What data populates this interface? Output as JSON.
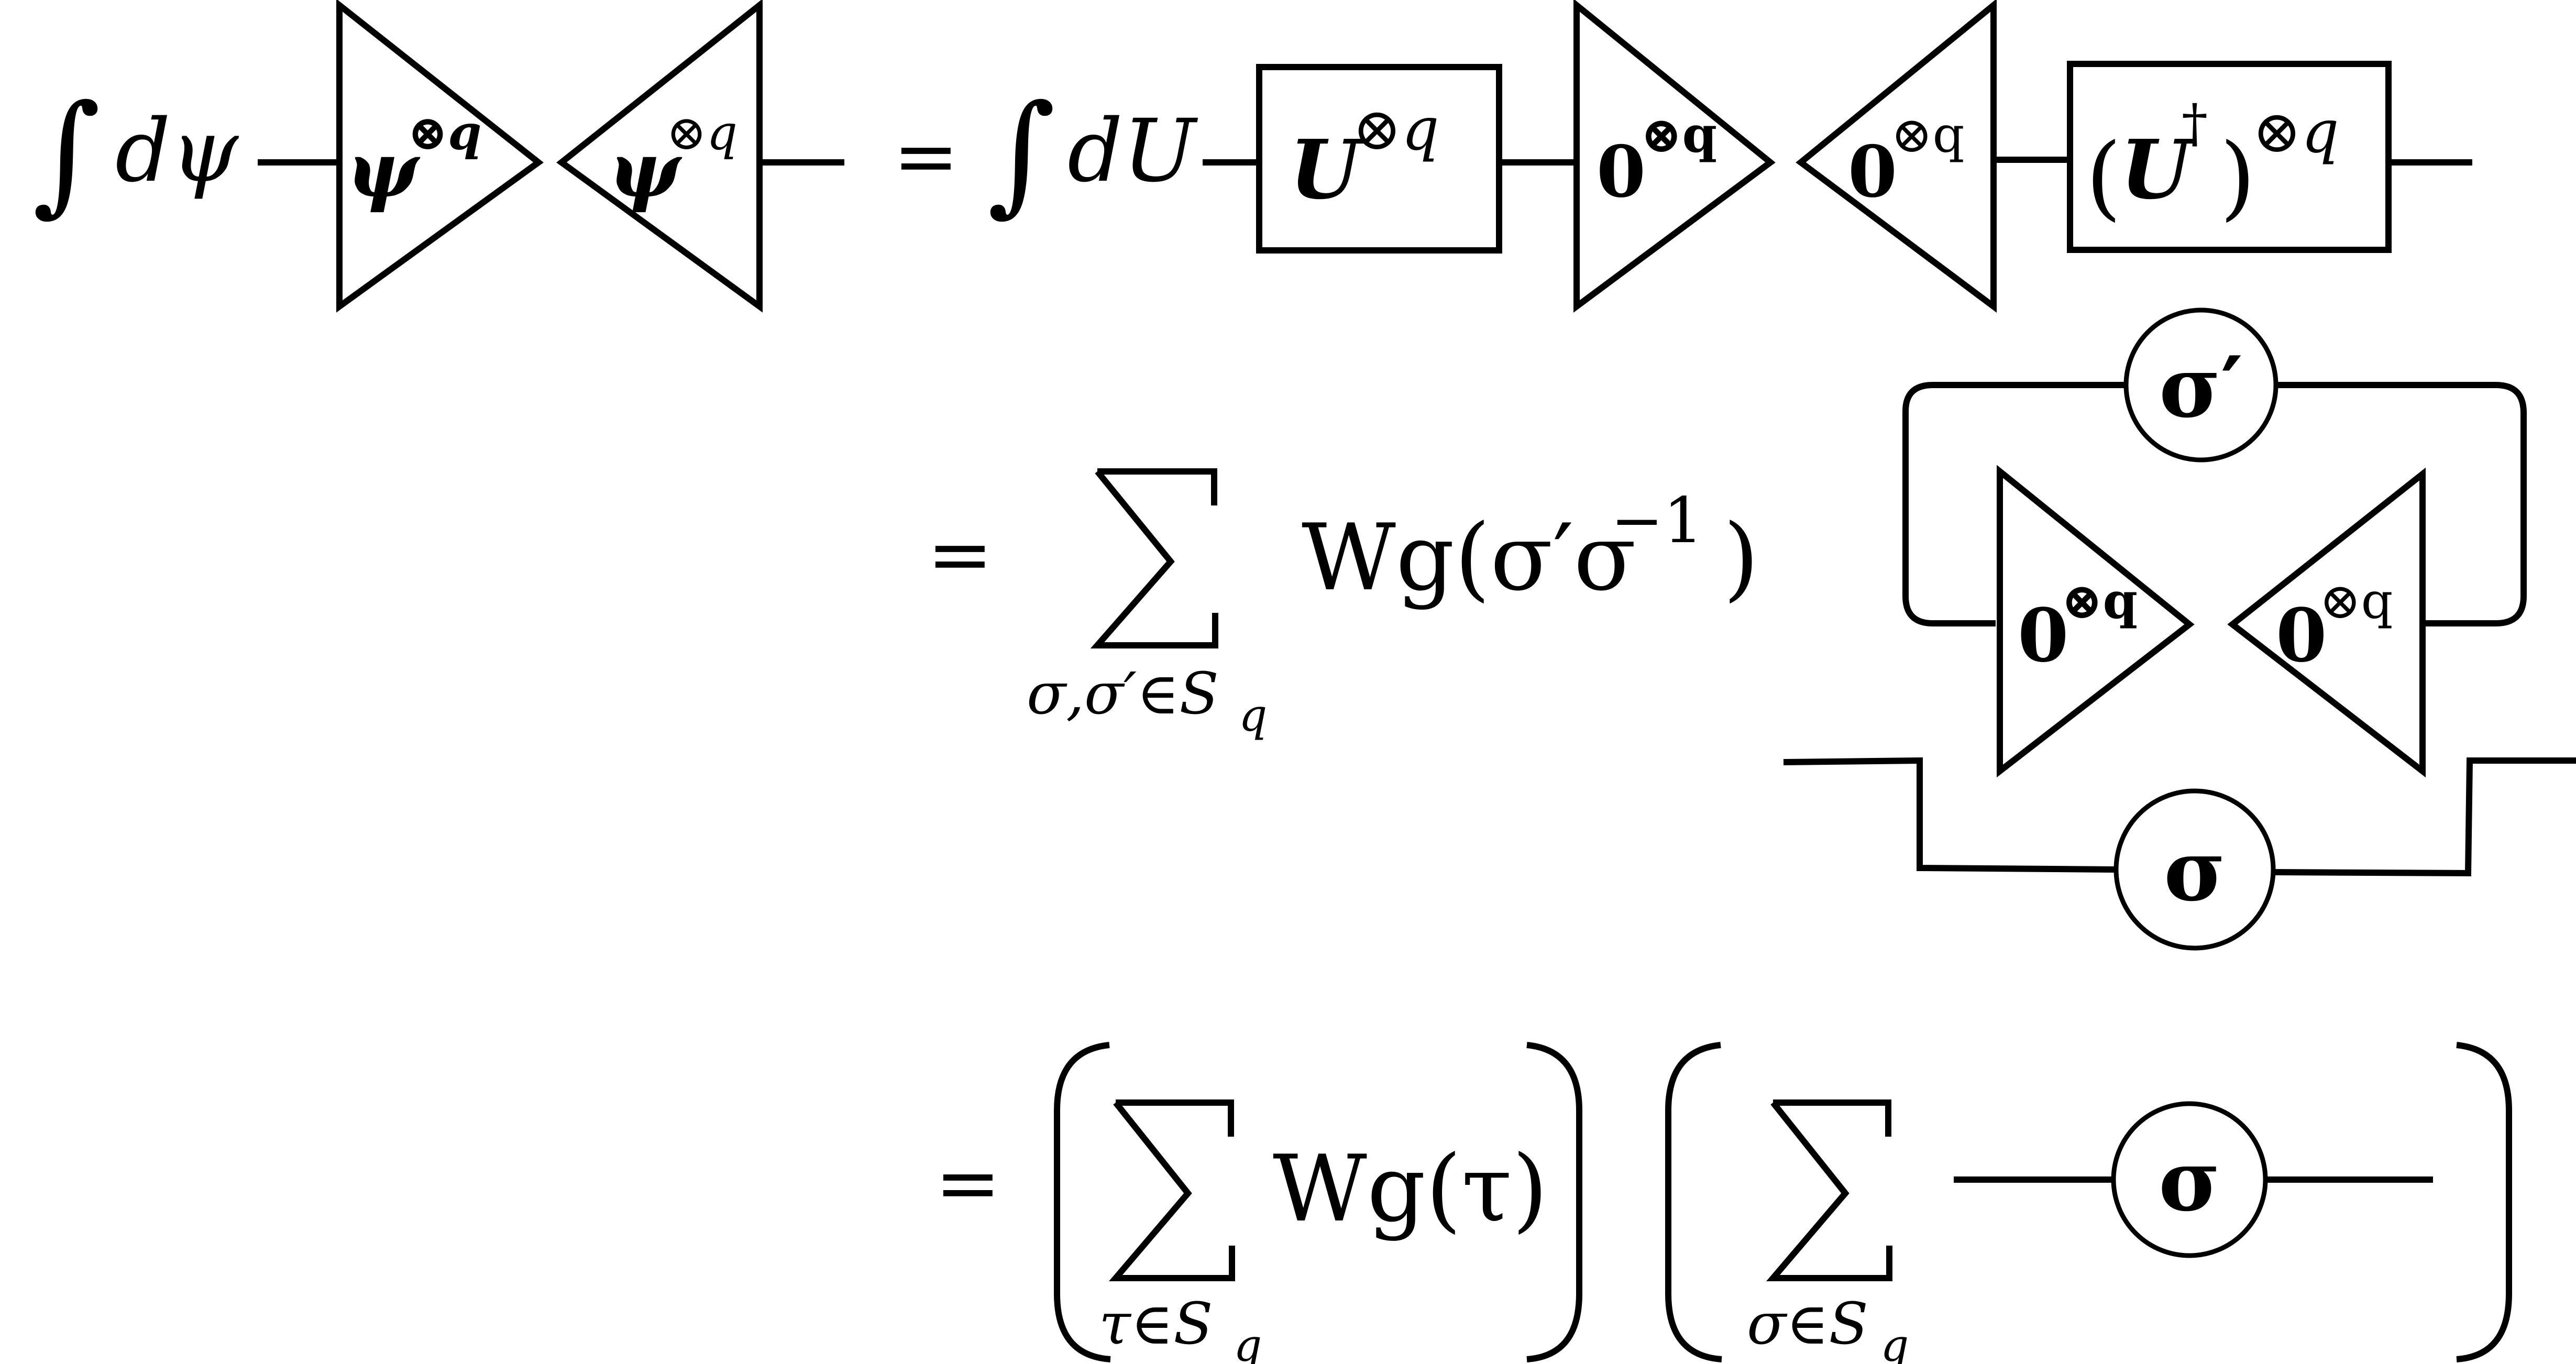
{
  "row1": {
    "integral_lhs": "∫",
    "measure_lhs": "dψ",
    "ket_lhs_base": "ψ",
    "ket_lhs_exp": "⊗q",
    "bra_lhs_base": "ψ",
    "bra_lhs_exp": "⊗q",
    "equals": "=",
    "integral_rhs": "∫",
    "measure_rhs": "dU",
    "u_box_base": "U",
    "u_box_exp": "⊗q",
    "ket_zero_base": "0",
    "ket_zero_exp": "⊗q",
    "bra_zero_base": "0",
    "bra_zero_exp": "⊗q",
    "udag_open": "(",
    "udag_base": "U",
    "udag_dagger": "†",
    "udag_close": ")",
    "udag_exp": "⊗q"
  },
  "row2": {
    "equals": "=",
    "sum": "∑",
    "sum_index": "σ,σ′∈S",
    "sum_index_sub": "q",
    "weingarten": "Wg(σ′σ",
    "weingarten_exp": "−1",
    "weingarten_close": ")",
    "top_node": "σ′",
    "ket_zero_base": "0",
    "ket_zero_exp": "⊗q",
    "bra_zero_base": "0",
    "bra_zero_exp": "⊗q",
    "bottom_node": "σ"
  },
  "row3": {
    "equals": "=",
    "sum1": "∑",
    "sum1_index": "τ∈S",
    "sum1_index_sub": "q",
    "weingarten": "Wg(τ)",
    "sum2": "∑",
    "sum2_index": "σ∈S",
    "sum2_index_sub": "q",
    "node": "σ"
  }
}
